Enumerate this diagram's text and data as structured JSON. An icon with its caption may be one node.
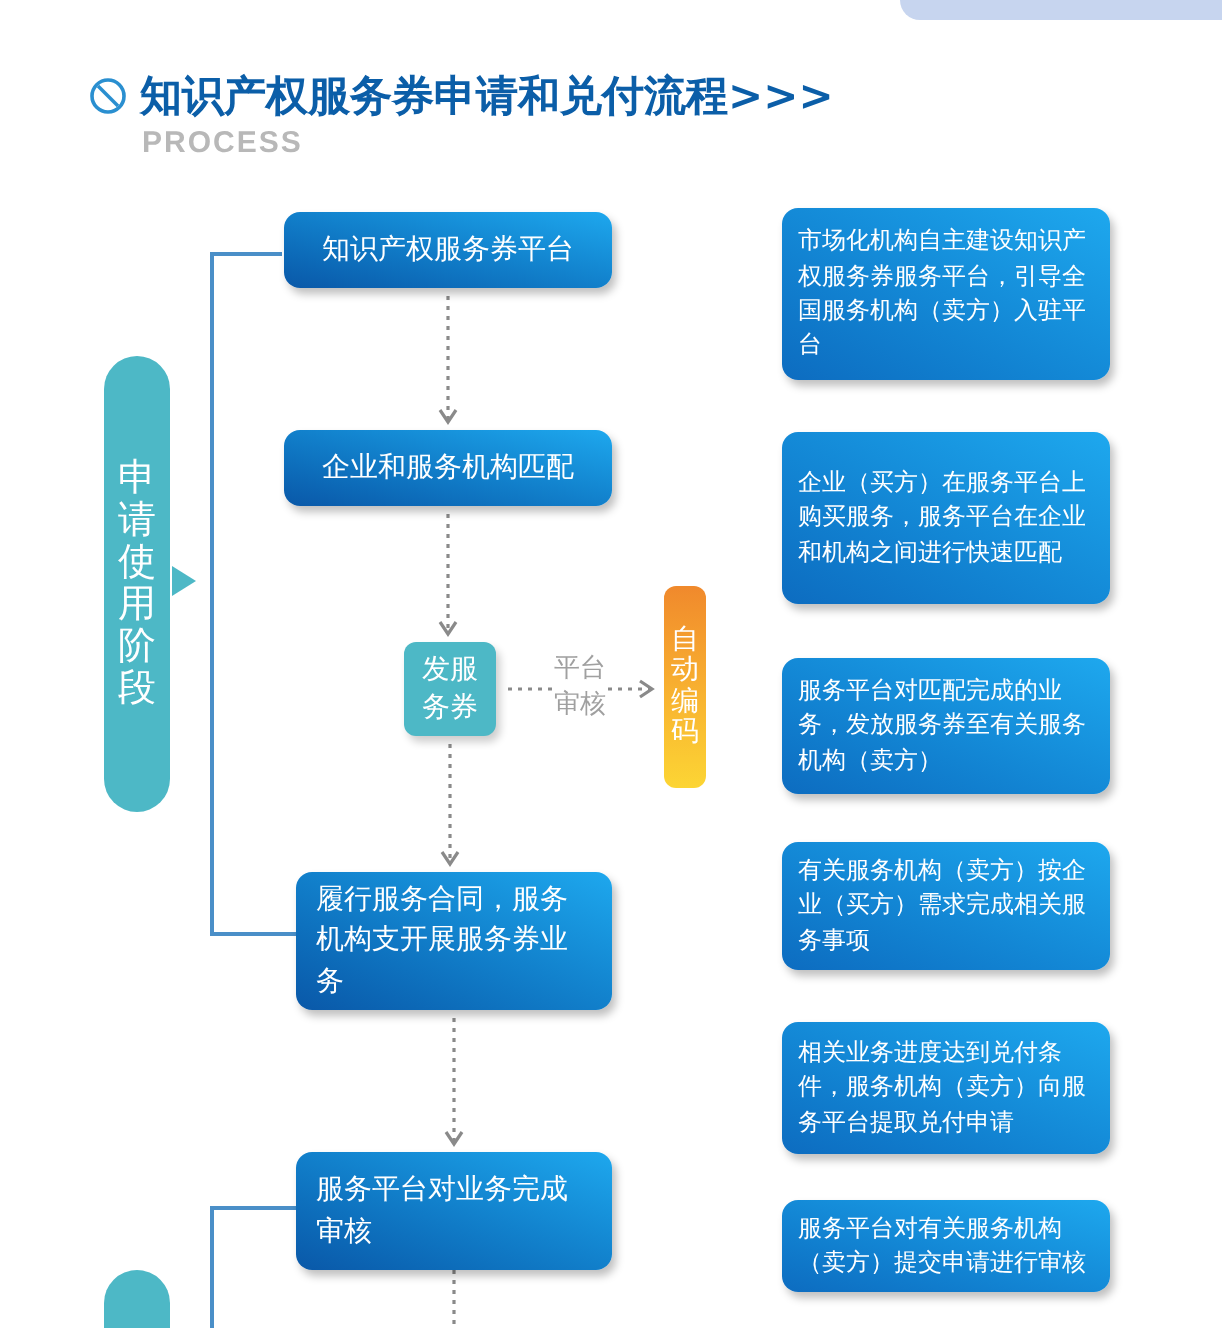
{
  "diagram": {
    "title": "知识产权服务券申请和兑付流程>>>",
    "nodes": [
      {
        "text": [
          "申请使用阶段"
        ]
      },
      {
        "text": [
          "知识产权服务券平台"
        ]
      },
      {
        "text": [
          "企业和服务机构匹配"
        ]
      },
      {
        "text": [
          "发服务券"
        ]
      },
      {
        "text": [
          "自动编码"
        ]
      },
      {
        "text": [
          "履行服务合同，服务机构支开展服务券业务"
        ]
      },
      {
        "text": [
          "服务平台对业务完成审核"
        ]
      },
      {
        "text": [],
        "shape": "box"
      },
      {
        "text": [
          "市场化机构自主建设知识产权服务券服务平台，引导全国服务机构（卖方）入驻平台"
        ]
      },
      {
        "text": [
          "企业（买方）在服务平台上购买服务，服务平台在企业和机构之间进行快速匹配"
        ]
      },
      {
        "text": [
          "服务平台对匹配完成的业务，发放服务券至有关服务机构（卖方）"
        ]
      },
      {
        "text": [
          "有关服务机构（卖方）按企业（买方）需求完成相关服务事项"
        ]
      },
      {
        "text": [
          "相关业务进度达到兑付条件，服务机构（卖方）向服务平台提取兑付申请"
        ]
      },
      {
        "text": [
          "服务平台对有关服务机构（卖方）提交申请进行审核"
        ]
      }
    ],
    "edges": [
      {
        "from": 1,
        "to": 2,
        "arrow": "to",
        "style": "dashed"
      },
      {
        "from": 2,
        "to": 3,
        "arrow": "to",
        "style": "dashed"
      },
      {
        "from": 3,
        "to": 4,
        "arrow": "to",
        "style": "dashed",
        "label": "平台审核"
      },
      {
        "from": 3,
        "to": 5,
        "arrow": "to",
        "style": "dashed"
      },
      {
        "from": 5,
        "to": 6,
        "arrow": "to",
        "style": "dashed"
      },
      {
        "from": 6,
        "to": null,
        "arrow": "none",
        "style": "dashed"
      }
    ],
    "labels": [
      "PROCESS"
    ]
  }
}
